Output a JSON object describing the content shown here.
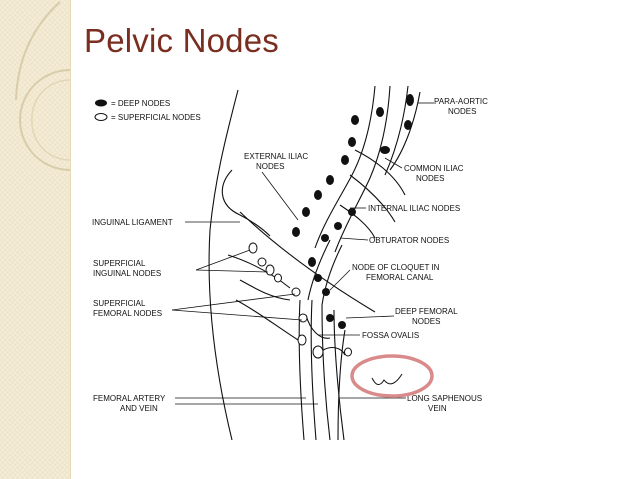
{
  "slide": {
    "title": "Pelvic Nodes"
  },
  "legend": {
    "deep": "= DEEP NODES",
    "superficial": "= SUPERFICIAL NODES"
  },
  "labels": {
    "para_aortic_1": "PARA-AORTIC",
    "para_aortic_2": "NODES",
    "external_iliac_1": "EXTERNAL ILIAC",
    "external_iliac_2": "NODES",
    "common_iliac_1": "COMMON ILIAC",
    "common_iliac_2": "NODES",
    "inguinal_ligament": "INGUINAL LIGAMENT",
    "internal_iliac": "INTERNAL ILIAC NODES",
    "superficial_inguinal_1": "SUPERFICIAL",
    "superficial_inguinal_2": "INGUINAL NODES",
    "obturator": "OBTURATOR NODES",
    "cloquet_1": "NODE OF CLOQUET IN",
    "cloquet_2": "FEMORAL CANAL",
    "superficial_femoral_1": "SUPERFICIAL",
    "superficial_femoral_2": "FEMORAL NODES",
    "deep_femoral_1": "DEEP FEMORAL",
    "deep_femoral_2": "NODES",
    "fossa_ovalis": "FOSSA OVALIS",
    "femoral_artery_1": "FEMORAL ARTERY",
    "femoral_artery_2": "AND VEIN",
    "long_saphenous_1": "LONG SAPHENOUS",
    "long_saphenous_2": "VEIN"
  },
  "colors": {
    "title": "#7a2e1f",
    "highlight": "#d98a8a",
    "band": "#f4ecd6"
  }
}
